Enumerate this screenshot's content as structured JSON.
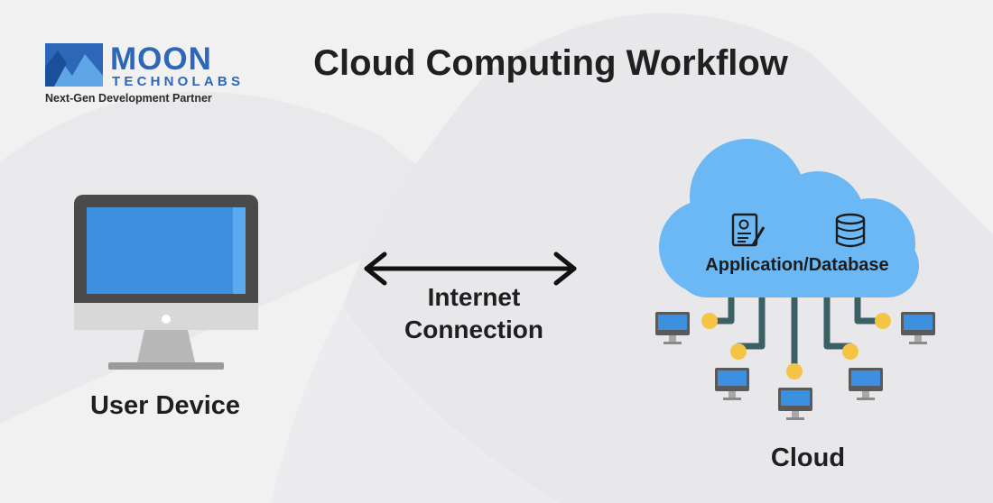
{
  "brand": {
    "name": "MOON",
    "sub": "TECHNOLABS",
    "tagline": "Next-Gen Development Partner",
    "color": "#2f67b8"
  },
  "title": "Cloud Computing Workflow",
  "user_device": {
    "label": "User Device"
  },
  "connection": {
    "line1": "Internet",
    "line2": "Connection"
  },
  "cloud": {
    "label": "Cloud",
    "service_label": "Application/Database",
    "color": "#6cb8f5"
  },
  "icons": [
    "application-form-icon",
    "database-icon",
    "desktop-monitor-icon",
    "arrow-double-icon"
  ],
  "colors": {
    "node": "#f6c445",
    "cable": "#3c5f66",
    "screen": "#3d8fe0",
    "bezel": "#4a4a4a",
    "stand": "#a8a8a8"
  }
}
